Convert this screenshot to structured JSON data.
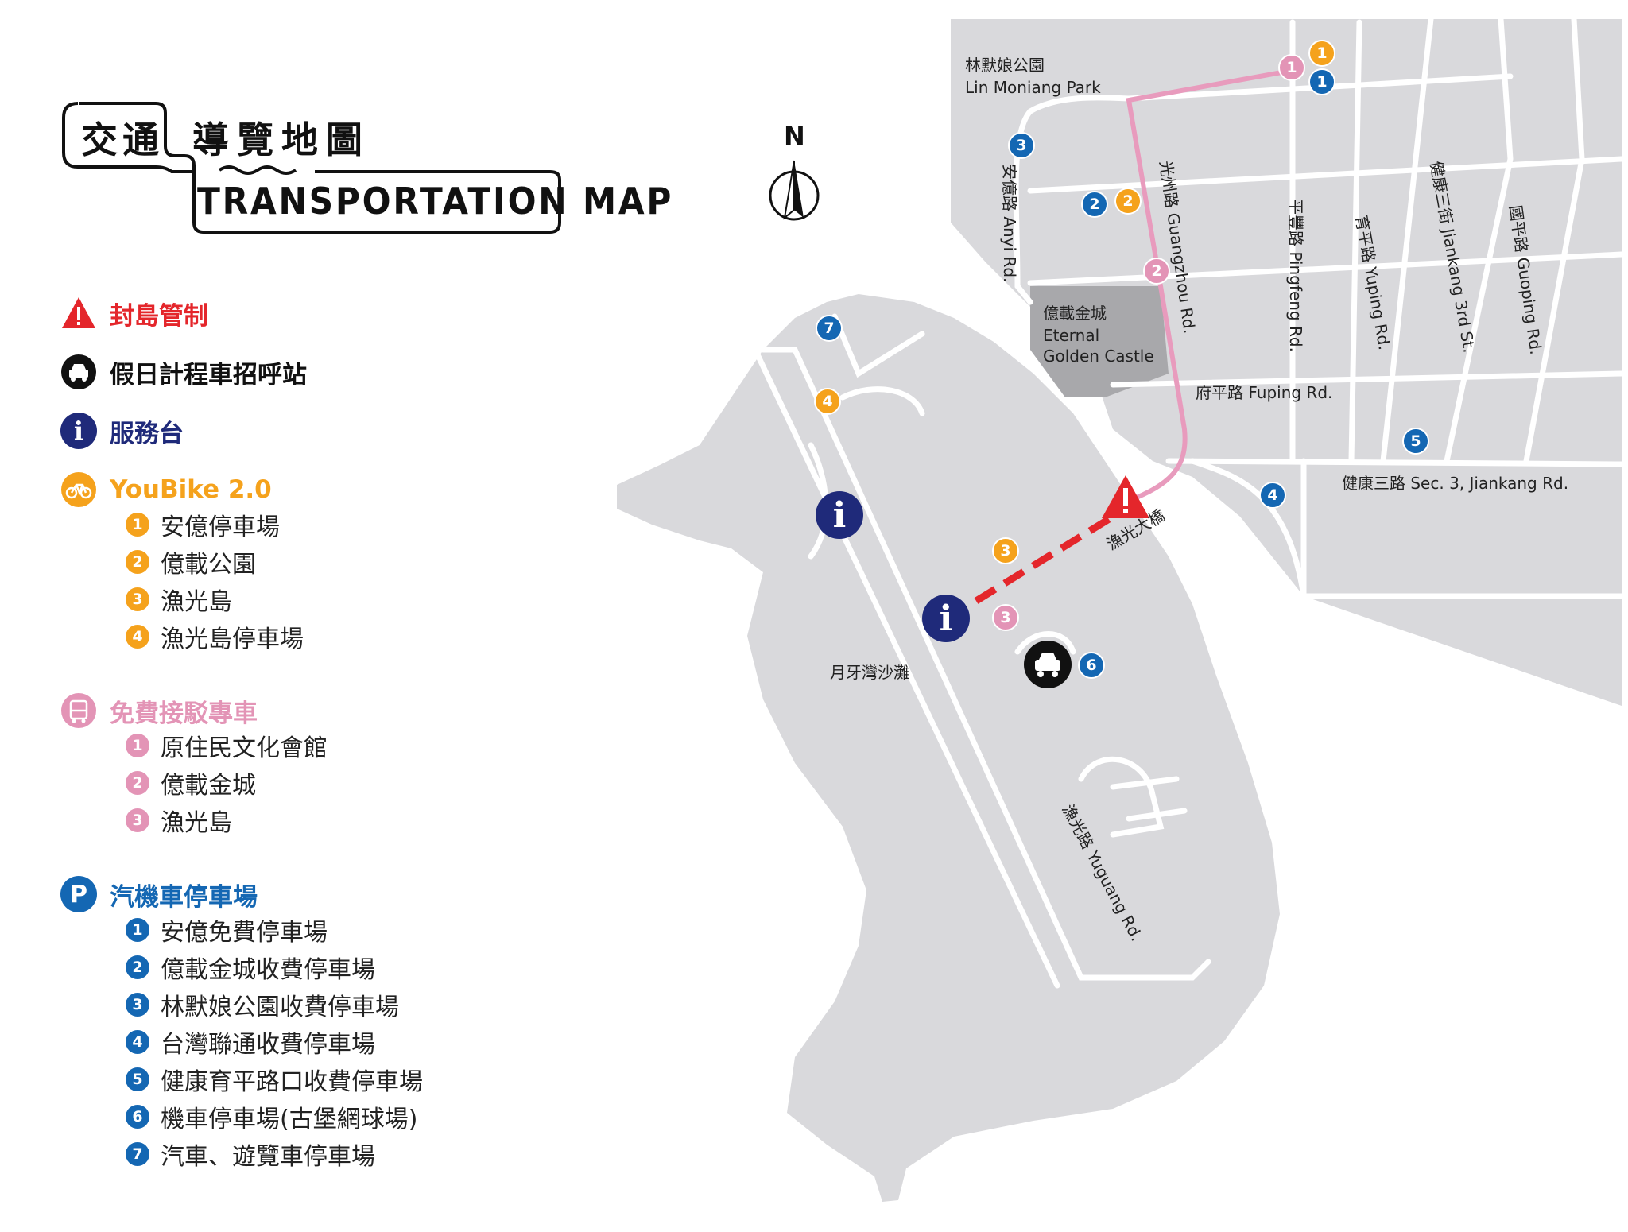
{
  "title": {
    "cn_part1": "交通",
    "cn_part2": "導覽地圖",
    "en": "TRANSPORTATION MAP"
  },
  "legend": {
    "island_closure": {
      "label": "封島管制",
      "icon": "warning-triangle-icon",
      "color": "#e4262b"
    },
    "taxi": {
      "label": "假日計程車招呼站",
      "icon": "taxi-icon",
      "color": "#111111"
    },
    "service_desk": {
      "label": "服務台",
      "icon": "info-icon",
      "symbol": "i",
      "color": "#1f2a7a"
    },
    "youbike": {
      "label": "YouBike 2.0",
      "icon": "bicycle-icon",
      "color": "#f5a21c",
      "items": [
        {
          "num": "1",
          "label": "安億停車場"
        },
        {
          "num": "2",
          "label": "億載公園"
        },
        {
          "num": "3",
          "label": "漁光島"
        },
        {
          "num": "4",
          "label": "漁光島停車場"
        }
      ]
    },
    "shuttle": {
      "label": "免費接駁專車",
      "icon": "bus-icon",
      "color": "#e394b6",
      "items": [
        {
          "num": "1",
          "label": "原住民文化會館"
        },
        {
          "num": "2",
          "label": "億載金城"
        },
        {
          "num": "3",
          "label": "漁光島"
        }
      ]
    },
    "parking": {
      "label": "汽機車停車場",
      "icon": "parking-icon",
      "symbol": "P",
      "color": "#1467b3",
      "items": [
        {
          "num": "1",
          "label": "安億免費停車場"
        },
        {
          "num": "2",
          "label": "億載金城收費停車場"
        },
        {
          "num": "3",
          "label": "林默娘公園收費停車場"
        },
        {
          "num": "4",
          "label": "台灣聯通收費停車場"
        },
        {
          "num": "5",
          "label": "健康育平路口收費停車場"
        },
        {
          "num": "6",
          "label": "機車停車場(古堡網球場)"
        },
        {
          "num": "7",
          "label": "汽車、遊覽車停車場"
        }
      ]
    }
  },
  "map": {
    "north_label": "N",
    "places": {
      "lin_moniang_cn": "林默娘公園",
      "lin_moniang_en": "Lin Moniang Park",
      "castle_cn": "億載金城",
      "castle_en1": "Eternal",
      "castle_en2": "Golden Castle",
      "moon_bay": "月牙灣沙灘",
      "bridge": "漁光大橋"
    },
    "roads": {
      "anyi": "安億路 Anyi Rd.",
      "guangzhou": "光州路 Guangzhou Rd.",
      "pingfeng": "平豐路 Pingfeng Rd.",
      "yuping": "育平路 Yuping Rd.",
      "jiankang3st": "健康三街 Jiankang 3rd St.",
      "guoping": "國平路 Guoping Rd.",
      "fuping": "府平路   Fuping Rd.",
      "jiankang_sec3": "健康三路   Sec. 3, Jiankang Rd.",
      "yuguang": "漁光路 Yuguang Rd."
    },
    "markers": {
      "youbike": [
        "1",
        "2",
        "3",
        "4"
      ],
      "shuttle": [
        "1",
        "2",
        "3"
      ],
      "parking": [
        "1",
        "2",
        "3",
        "4",
        "5",
        "6",
        "7"
      ],
      "info_symbol": "i"
    },
    "colors": {
      "land": "#d9d9dc",
      "castle": "#a8a8ab",
      "roads": "#ffffff",
      "shuttle_route": "#e89bbd",
      "closure": "#e4262b"
    }
  }
}
